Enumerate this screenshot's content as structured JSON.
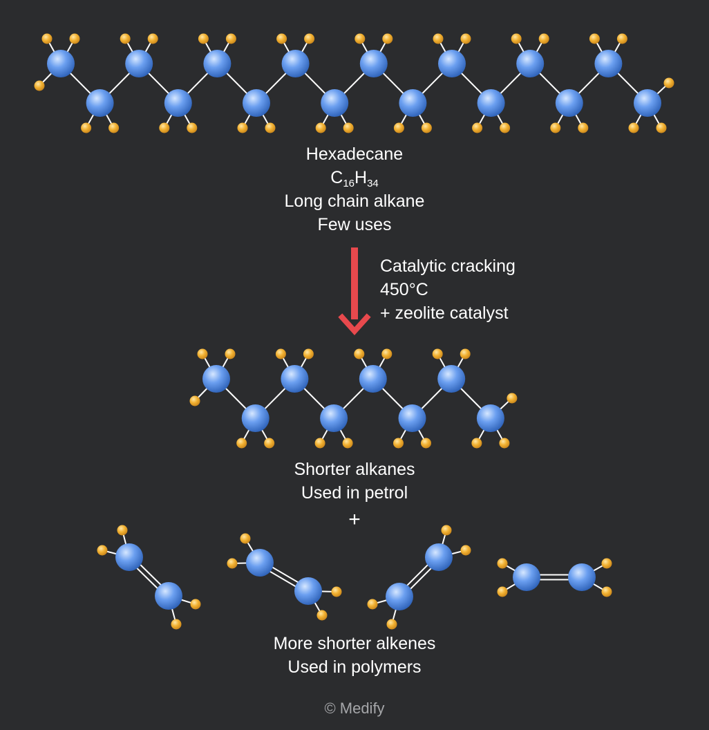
{
  "colors": {
    "background": "#2b2c2e",
    "carbon": "#4a86dc",
    "hydrogen": "#f2b233",
    "bond": "#ffffff",
    "arrow": "#e8494d",
    "text": "#ffffff",
    "copyright": "#a6a7aa"
  },
  "molecules": {
    "hexadecane": {
      "carbon_count": 16,
      "hydrogen_count": 34
    },
    "shorter_alkane": {
      "carbon_count": 8,
      "hydrogen_count": 18
    },
    "alkenes": {
      "count": 4,
      "carbon_count_each": 2,
      "hydrogen_count_each": 4
    }
  },
  "hexadecane_label": {
    "name": "Hexadecane",
    "formula": {
      "c": "C",
      "c_sub": "16",
      "h": "H",
      "h_sub": "34"
    },
    "description": "Long chain alkane",
    "uses": "Few uses"
  },
  "reaction": {
    "title": "Catalytic cracking",
    "temperature": "450°C",
    "catalyst": "+ zeolite catalyst"
  },
  "shorter_label": {
    "line1": "Shorter alkanes",
    "line2": "Used in petrol"
  },
  "plus": "+",
  "alkenes_label": {
    "line1": "More shorter alkenes",
    "line2": "Used in polymers"
  },
  "copyright": "© Medify"
}
